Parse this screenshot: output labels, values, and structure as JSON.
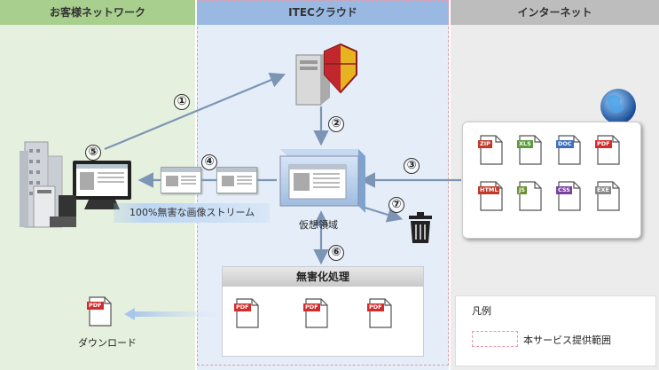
{
  "zones": {
    "customer": "お客様ネットワーク",
    "cloud": "ITECクラウド",
    "internet": "インターネット"
  },
  "steps": [
    "①",
    "②",
    "③",
    "④",
    "⑤",
    "⑥",
    "⑦"
  ],
  "labels": {
    "virtual_area": "仮想領域",
    "stream": "100%無害な画像ストリーム",
    "harmless": "無害化処理",
    "download": "ダウンロード"
  },
  "file_types": [
    "ZIP",
    "XLS",
    "DOC",
    "PDF",
    "HTML",
    "JS",
    "CSS",
    "EXE"
  ],
  "file_colors": [
    "#c0392b",
    "#5a9b3a",
    "#3a6fc0",
    "#d42b2b",
    "#c0392b",
    "#6a8f2e",
    "#7b3fa0",
    "#888888"
  ],
  "pdf_tag": "PDF",
  "legend": {
    "title": "凡例",
    "item": "本サービス提供範囲"
  }
}
